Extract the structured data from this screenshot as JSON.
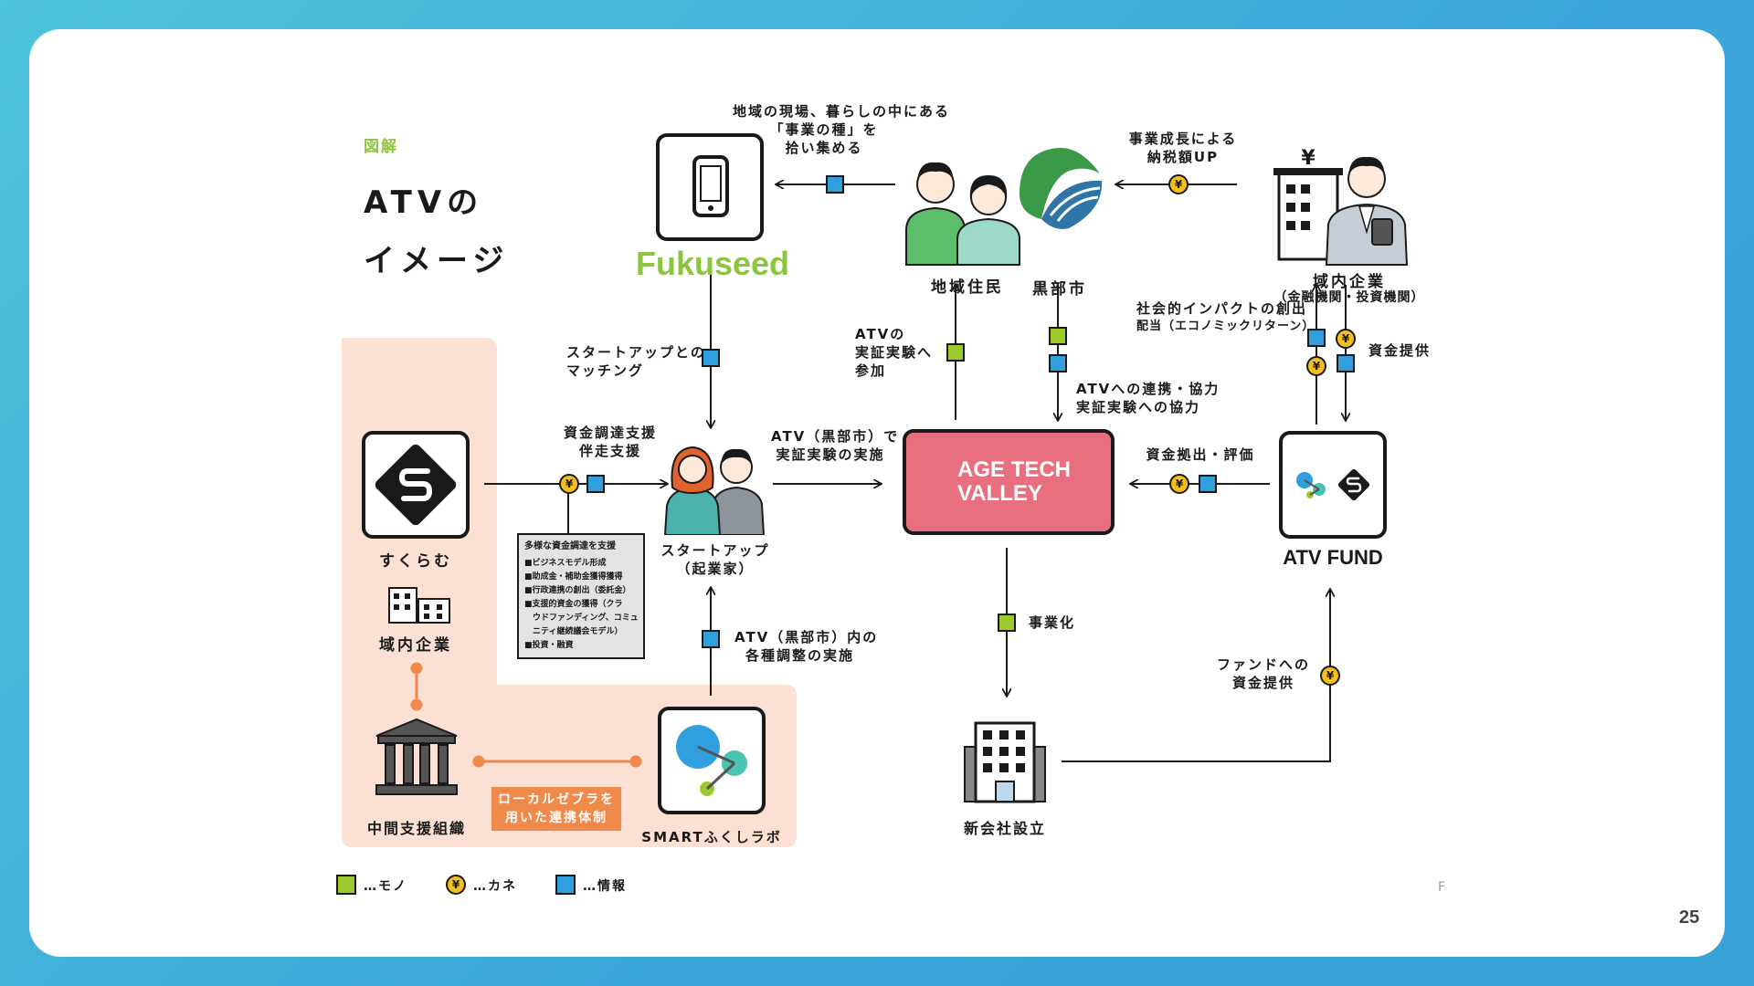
{
  "header": {
    "tag": "図解",
    "title_line1": "ATVの",
    "title_line2": "イメージ"
  },
  "nodes": {
    "fukuseed": "Fukuseed",
    "residents": "地域住民",
    "kurobe": "黒部市",
    "companies_line1": "域内企業",
    "companies_line2": "（金融機関・投資機関）",
    "sukuramu": "すくらむ",
    "local_companies": "域内企業",
    "intermediary": "中間支援組織",
    "smart_lab": "SMARTふくしラボ",
    "startup_line1": "スタートアップ",
    "startup_line2": "（起業家）",
    "atv_line1": "AGE TECH",
    "atv_line2": "VALLEY",
    "atv_fund": "ATV FUND",
    "new_company": "新会社設立"
  },
  "labels": {
    "seeds_line1": "地域の現場、暮らしの中にある",
    "seeds_line2": "「事業の種」を",
    "seeds_line3": "拾い集める",
    "tax_line1": "事業成長による",
    "tax_line2": "納税額UP",
    "matching_line1": "スタートアップとの",
    "matching_line2": "マッチング",
    "participate_line1": "ATVの",
    "participate_line2": "実証実験へ",
    "participate_line3": "参加",
    "cooperate_line1": "ATVへの連携・協力",
    "cooperate_line2": "実証実験への協力",
    "impact_line1": "社会的インパクトの創出",
    "impact_line2": "配当（エコノミックリターン）",
    "funding": "資金提供",
    "support_line1": "資金調達支援",
    "support_line2": "伴走支援",
    "trial_line1": "ATV（黒部市）で",
    "trial_line2": "実証実験の実施",
    "invest_eval": "資金拠出・評価",
    "coord_line1": "ATV（黒部市）内の",
    "coord_line2": "各種調整の実施",
    "commercialize": "事業化",
    "fund_supply_line1": "ファンドへの",
    "fund_supply_line2": "資金提供",
    "local_zebra_line1": "ローカルゼブラを",
    "local_zebra_line2": "用いた連携体制"
  },
  "support_box": {
    "title": "多様な資金調達を支援",
    "items": [
      "■ビジネスモデル形成",
      "■助成金・補助金獲得獲得",
      "■行政連携の創出（委託金）",
      "■支援的資金の獲得（クラ",
      "　ウドファンディング、コミュ",
      "　ニティ継続議会モデル）",
      "■投資・融資"
    ]
  },
  "legend": {
    "mono": "…モノ",
    "kane": "…カネ",
    "info": "…情報"
  },
  "yen_symbol": "¥",
  "footer": {
    "mark": "F",
    "page_number": "25"
  },
  "colors": {
    "info": "#2f9fde",
    "mono": "#9cc92b",
    "kane": "#f5bf1b",
    "atv_pink": "#e8707e",
    "zebra_orange": "#f08a4b",
    "zebra_bg": "#fbe0d3",
    "fukuseed_green": "#8cc63f"
  }
}
